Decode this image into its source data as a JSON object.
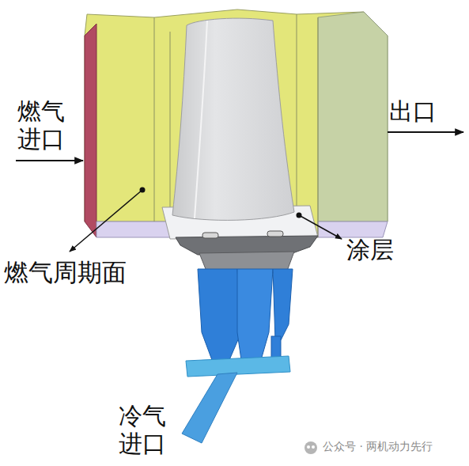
{
  "diagram": {
    "labels": [
      "燃气 进口",
      "出口",
      "燃气周期面",
      "涂层",
      "冷气 进口",
      "公众号 · 两机动力先行"
    ]
  }
}
